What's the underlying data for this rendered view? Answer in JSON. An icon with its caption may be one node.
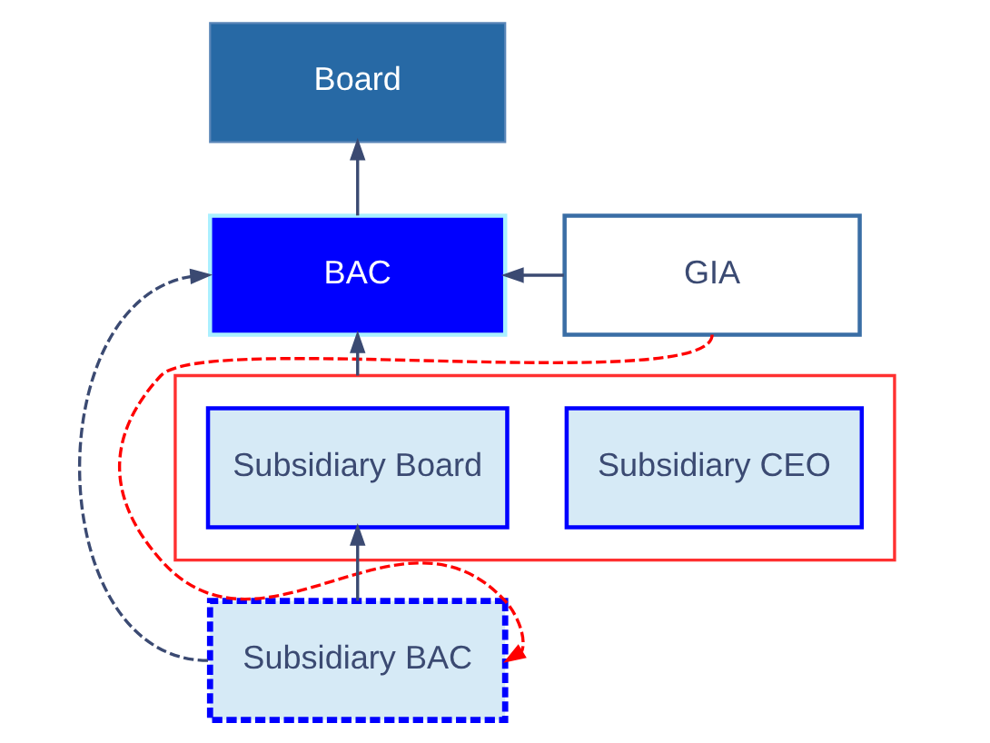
{
  "diagram": {
    "nodes": [
      {
        "text": [
          "Board"
        ]
      },
      {
        "text": [
          "BAC"
        ]
      },
      {
        "text": [
          "GIA"
        ]
      },
      {
        "text": [],
        "shape": "box"
      },
      {
        "text": [
          "Subsidiary Board"
        ],
        "in": 3
      },
      {
        "text": [
          "Subsidiary CEO"
        ],
        "in": 3
      },
      {
        "text": [
          "Subsidiary BAC"
        ]
      }
    ],
    "edges": [
      {
        "from": 1,
        "to": 0,
        "arrow": "to"
      },
      {
        "from": 2,
        "to": 1,
        "arrow": "to"
      },
      {
        "from": 3,
        "to": 1,
        "arrow": "to"
      },
      {
        "from": 6,
        "to": 4,
        "arrow": "to"
      },
      {
        "from": 6,
        "to": 1,
        "arrow": "to",
        "style": "dashed"
      },
      {
        "from": 2,
        "to": 6,
        "arrow": "to",
        "style": "dashed",
        "color": "#ff0000"
      }
    ]
  }
}
